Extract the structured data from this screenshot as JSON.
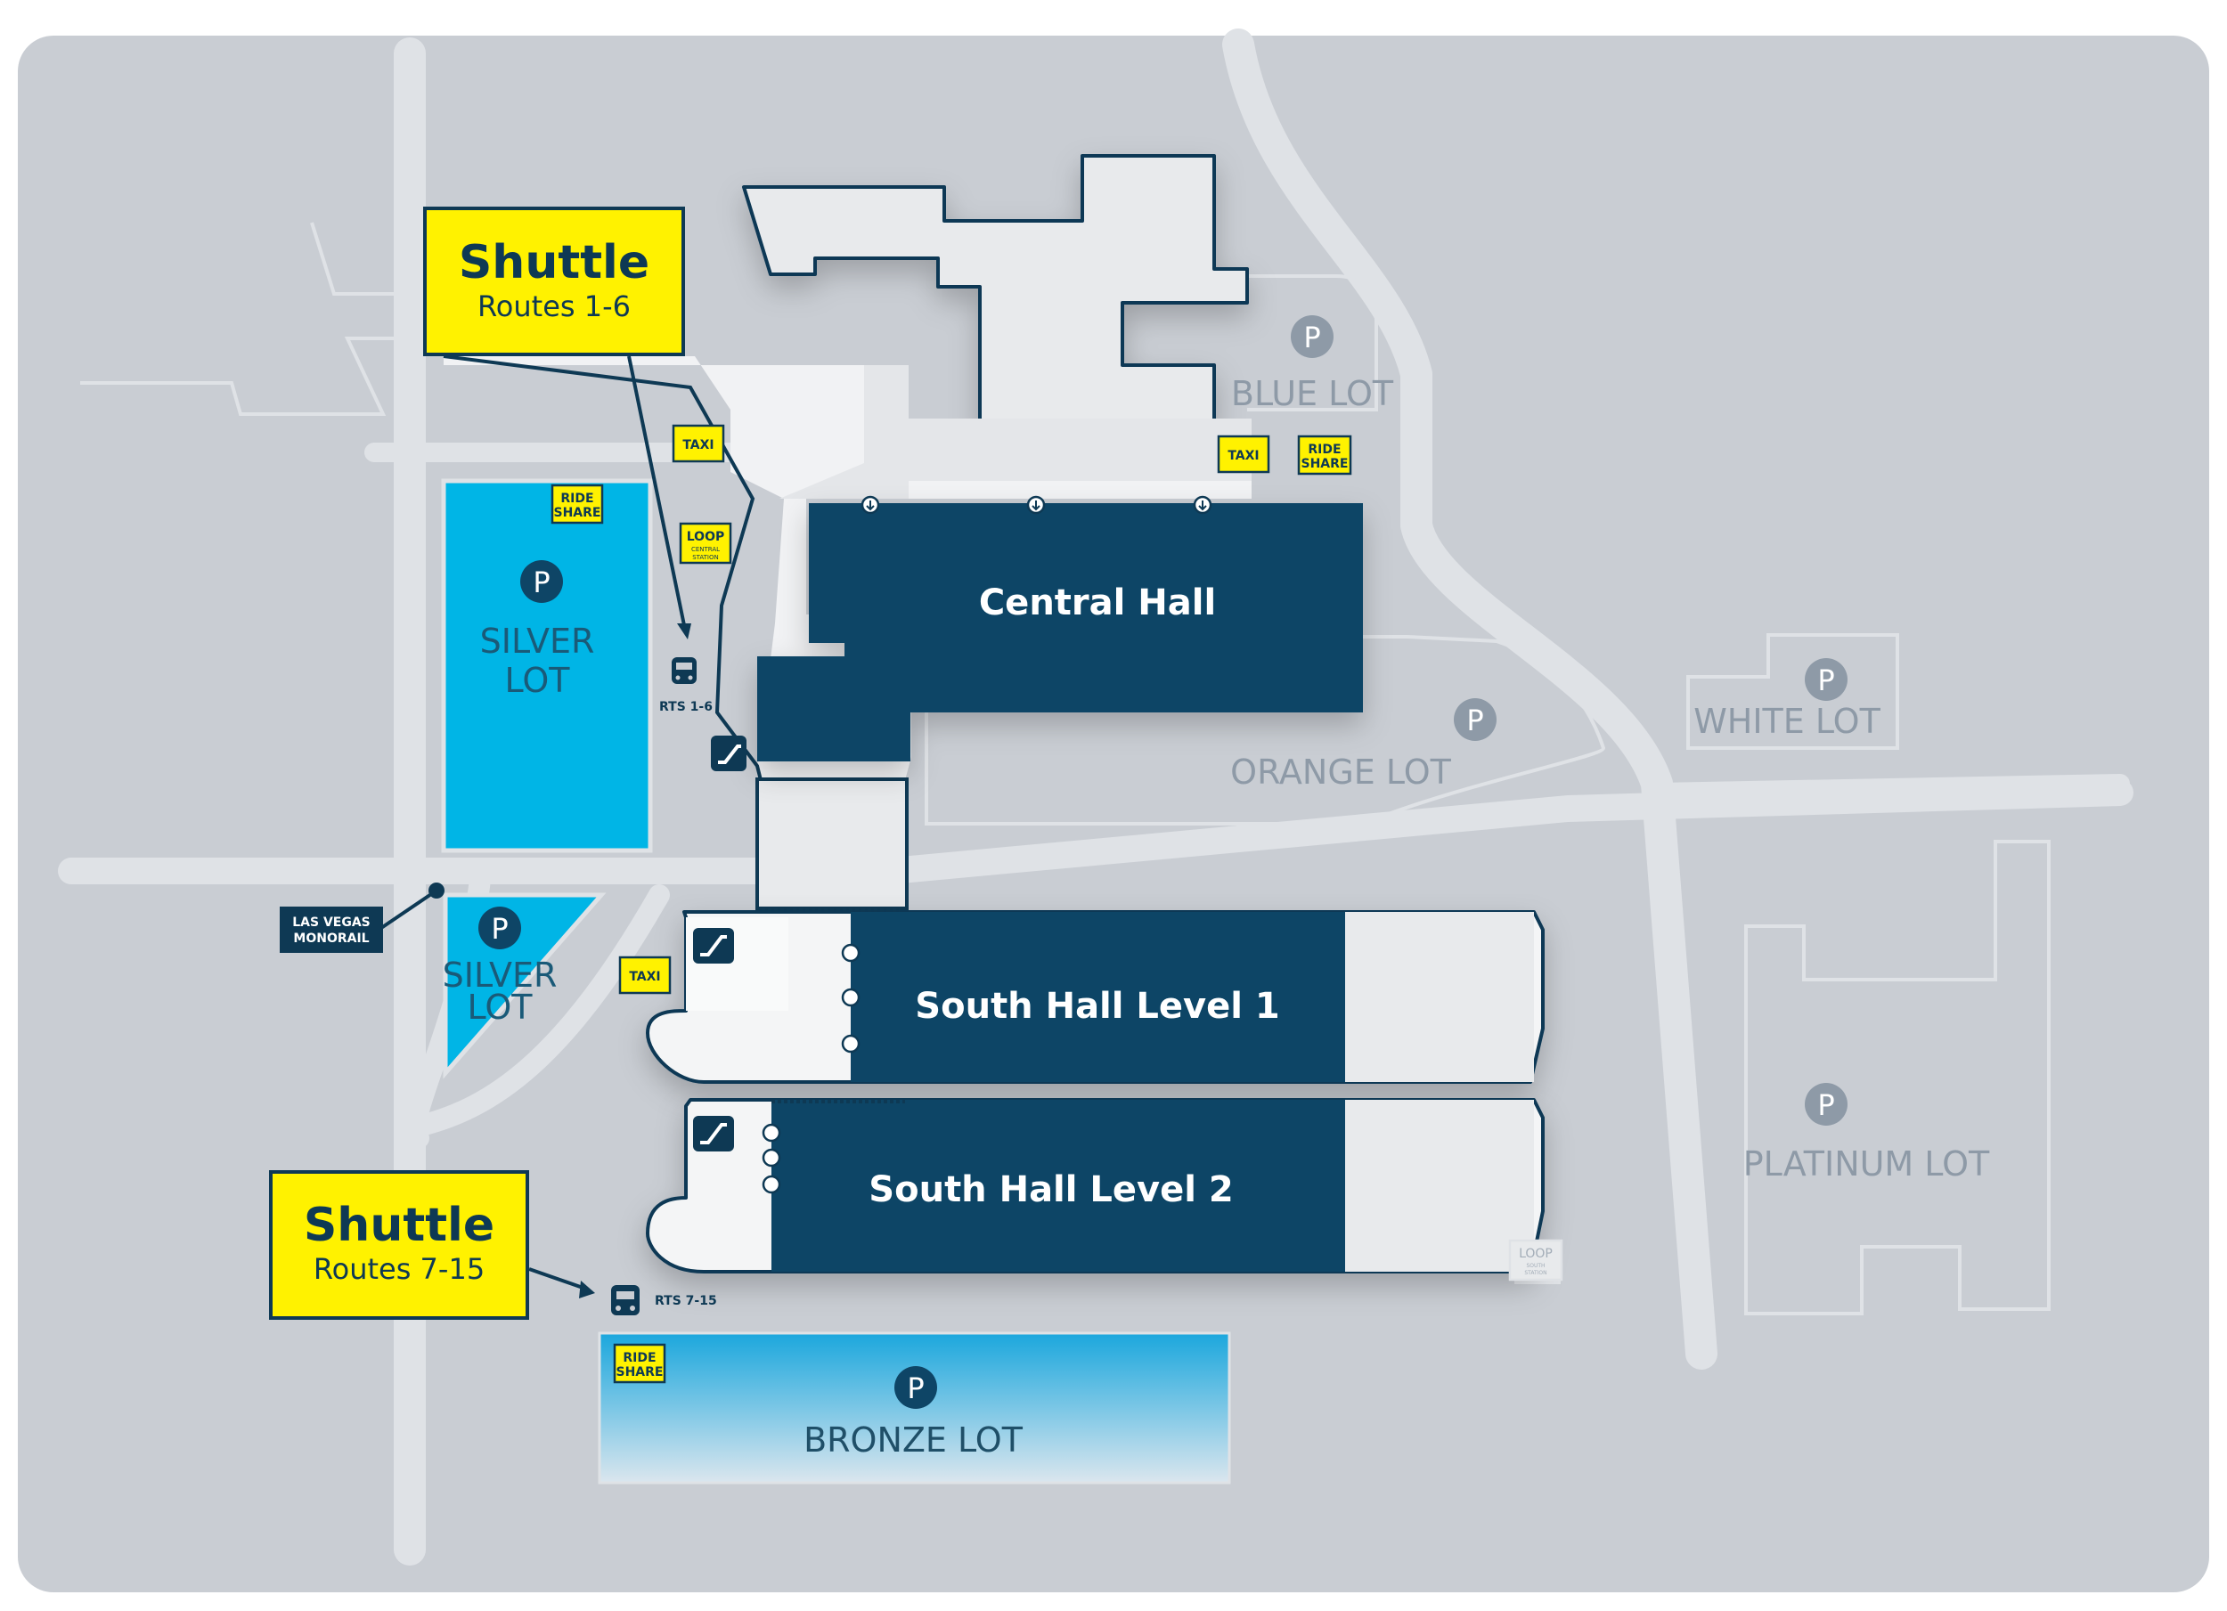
{
  "halls": {
    "central": "Central Hall",
    "south1": "South Hall Level 1",
    "south2": "South Hall Level 2"
  },
  "lots": {
    "blue": "BLUE LOT",
    "silver_line1": "SILVER",
    "silver_line2": "LOT",
    "silver_small_line1": "SILVER",
    "silver_small_line2": "LOT",
    "orange": "ORANGE LOT",
    "white": "WHITE LOT",
    "platinum": "PLATINUM LOT",
    "bronze": "BRONZE LOT",
    "parking_symbol": "P"
  },
  "shuttles": {
    "north": {
      "title": "Shuttle",
      "routes": "Routes 1-6"
    },
    "south": {
      "title": "Shuttle",
      "routes": "Routes 7-15"
    }
  },
  "bus_stops": {
    "north": "RTS 1-6",
    "south": "RTS 7-15"
  },
  "tags": {
    "taxi": "TAXI",
    "ride_share_line1": "RIDE",
    "ride_share_line2": "SHARE",
    "loop": "LOOP",
    "loop_central_line1": "CENTRAL",
    "loop_central_line2": "STATION",
    "loop_south_line1": "SOUTH",
    "loop_south_line2": "STATION"
  },
  "monorail": {
    "line1": "LAS VEGAS",
    "line2": "MONORAIL"
  },
  "colors": {
    "background": "#c9cdd3",
    "road": "#dfe2e6",
    "hall": "#0e4566",
    "building_light": "#e8eaec",
    "silver_lot": "#00b5e6",
    "shuttle_yellow": "#fff200",
    "outline": "#0e3954"
  }
}
